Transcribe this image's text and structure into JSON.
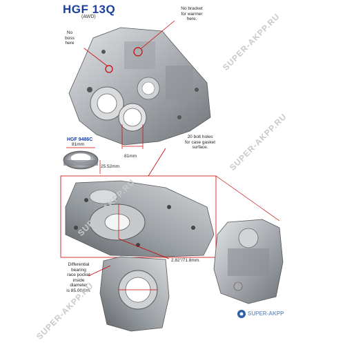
{
  "header": {
    "title": "HGF 13Q",
    "subtitle": "(AWD)"
  },
  "callouts": {
    "no_bracket": [
      "No bracket",
      "for warmer",
      "here."
    ],
    "no_boss": [
      "No",
      "boss",
      "here"
    ],
    "bolt_holes": [
      "20 bolt holes",
      "for case gasket",
      "surface."
    ],
    "differential": [
      "Differential",
      "bearing",
      "race pocket",
      "inside",
      "diameter",
      "is 85.00mm."
    ]
  },
  "bearing": {
    "part_number": "HGF 9486C",
    "diameter": "81mm",
    "width": "25.52mm"
  },
  "dimensions": {
    "case_bore": "81mm",
    "diameter_pair": "2.82\"/71.8mm."
  },
  "watermarks": [
    "SUPER-AKPP.RU",
    "SUPER-AKPP.RU",
    "SUPER-AKPP.RU",
    "SUPER-AKPP.RU"
  ],
  "logo": {
    "text": "SUPER-AKPP"
  },
  "colors": {
    "title": "#1a3fa0",
    "callout_lines": "#cc0000",
    "metal": "#b8bcc0"
  }
}
